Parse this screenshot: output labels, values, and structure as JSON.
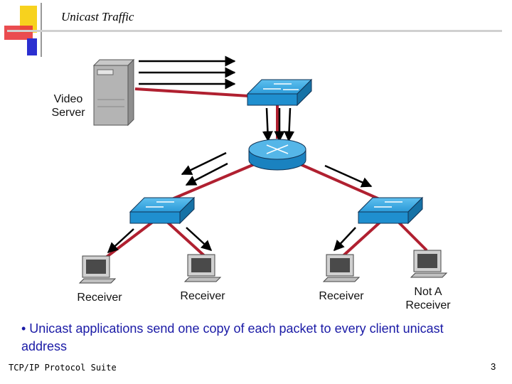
{
  "slide": {
    "title": "Unicast Traffic",
    "bullet": "• Unicast applications send one copy of each packet to every client unicast address",
    "footer": "TCP/IP Protocol Suite",
    "page_number": "3"
  },
  "diagram": {
    "server_label": [
      "Video",
      "Server"
    ],
    "receivers": [
      {
        "label": [
          "Receiver"
        ]
      },
      {
        "label": [
          "Receiver"
        ]
      },
      {
        "label": [
          "Receiver"
        ]
      },
      {
        "label": [
          "Not A",
          "Receiver"
        ]
      }
    ]
  },
  "colors": {
    "link": "#b02030",
    "device_blue": "#1f8fcf",
    "accent_yellow": "#f7d21e",
    "accent_red": "#e8383d",
    "accent_blue": "#2b2fd0"
  }
}
